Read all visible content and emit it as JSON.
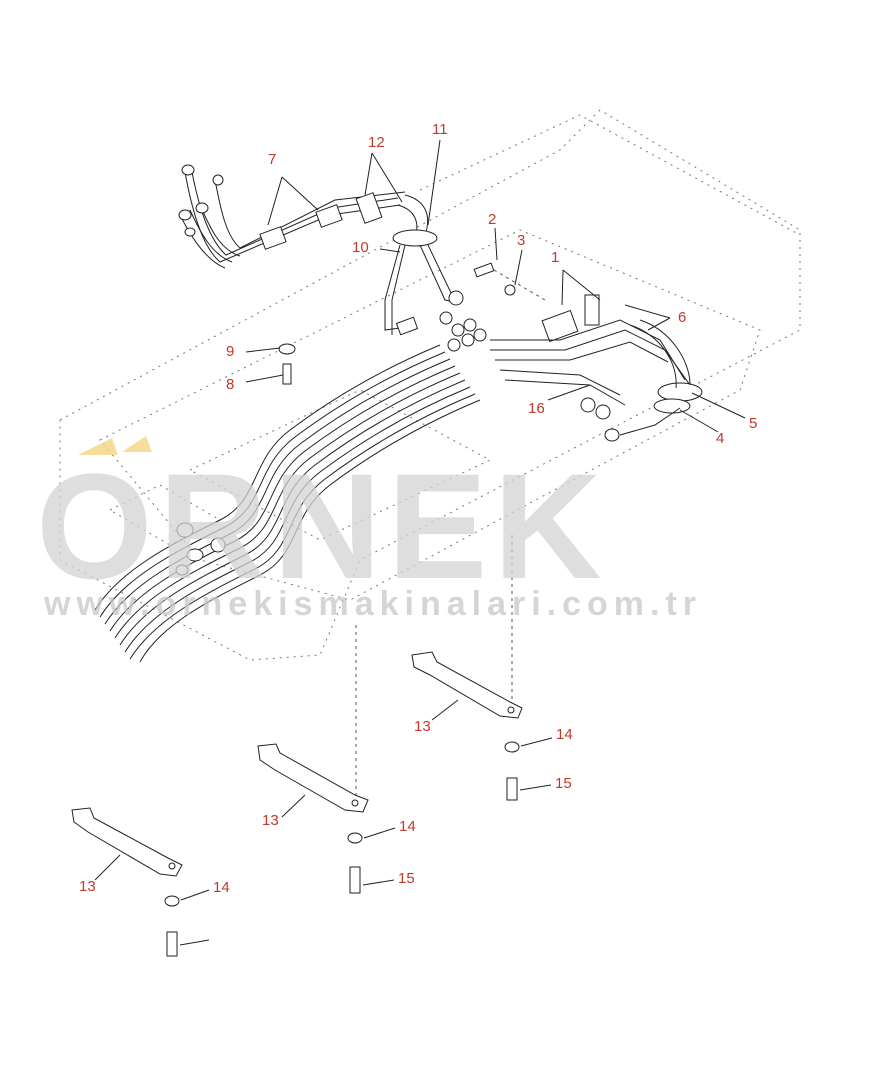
{
  "diagram": {
    "callouts": [
      {
        "id": "c1",
        "text": "1"
      },
      {
        "id": "c2",
        "text": "2"
      },
      {
        "id": "c3",
        "text": "3"
      },
      {
        "id": "c4",
        "text": "4"
      },
      {
        "id": "c5",
        "text": "5"
      },
      {
        "id": "c6",
        "text": "6"
      },
      {
        "id": "c7",
        "text": "7"
      },
      {
        "id": "c8",
        "text": "8"
      },
      {
        "id": "c9",
        "text": "9"
      },
      {
        "id": "c10",
        "text": "10"
      },
      {
        "id": "c11",
        "text": "11"
      },
      {
        "id": "c12",
        "text": "12"
      },
      {
        "id": "c13a",
        "text": "13"
      },
      {
        "id": "c13b",
        "text": "13"
      },
      {
        "id": "c13c",
        "text": "13"
      },
      {
        "id": "c14a",
        "text": "14"
      },
      {
        "id": "c14b",
        "text": "14"
      },
      {
        "id": "c14c",
        "text": "14"
      },
      {
        "id": "c15a",
        "text": "15"
      },
      {
        "id": "c15b",
        "text": "15"
      },
      {
        "id": "c16",
        "text": "16"
      }
    ],
    "callout_color": "#c0392b"
  },
  "watermark": {
    "brand": "ORNEK",
    "url": "www.ornekismakinalari.com.tr",
    "color": "#d4d4d4",
    "accent_color": "#f2d37a"
  }
}
